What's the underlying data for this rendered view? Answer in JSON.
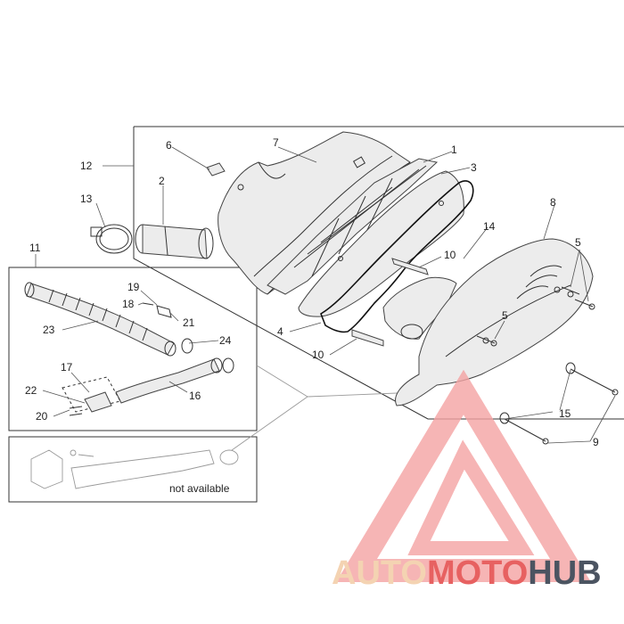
{
  "callouts": {
    "c1": "1",
    "c2": "2",
    "c3": "3",
    "c4": "4",
    "c5a": "5",
    "c5b": "5",
    "c6": "6",
    "c7": "7",
    "c8": "8",
    "c9": "9",
    "c10a": "10",
    "c10b": "10",
    "c11": "11",
    "c12": "12",
    "c13": "13",
    "c14": "14",
    "c15": "15",
    "c16": "16",
    "c17": "17",
    "c18": "18",
    "c19": "19",
    "c20": "20",
    "c21": "21",
    "c22": "22",
    "c23": "23",
    "c24": "24"
  },
  "note": "not available",
  "watermark": {
    "part1": "AUTO",
    "part2": "MOTO",
    "part3": "HUB",
    "color_light": "#f2c9a0",
    "color_red": "#e23a3a",
    "color_dark": "#1f2a3a"
  }
}
